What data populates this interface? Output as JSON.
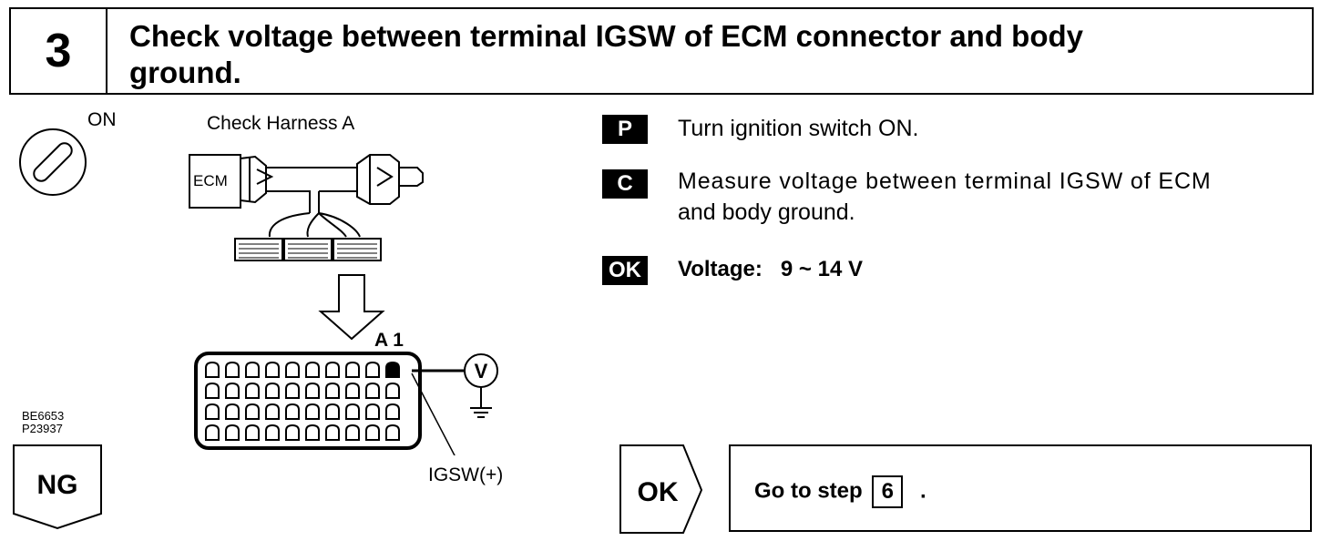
{
  "header": {
    "step_number": "3",
    "title_line1": "Check voltage between terminal IGSW of ECM connector and body",
    "title_line2": "ground."
  },
  "ignition": {
    "label": "ON"
  },
  "diagram": {
    "harness_label": "Check Harness A",
    "ecm_label": "ECM",
    "connector_label": "A 1",
    "terminal_label": "IGSW(+)",
    "meter_symbol": "V",
    "ref_code1": "BE6653",
    "ref_code2": "P23937"
  },
  "procedure": {
    "steps": [
      {
        "tag": "P",
        "text": "Turn ignition switch ON."
      },
      {
        "tag": "C",
        "text_line1": "Measure voltage between terminal IGSW of ECM",
        "text_line2": "and body ground."
      }
    ],
    "ok_tag": "OK",
    "ok_text": "Voltage:   9 ~ 14 V"
  },
  "results": {
    "ng_label": "NG",
    "ok_label": "OK",
    "goto_prefix": "Go to step",
    "goto_step": "6",
    "goto_suffix": "."
  }
}
